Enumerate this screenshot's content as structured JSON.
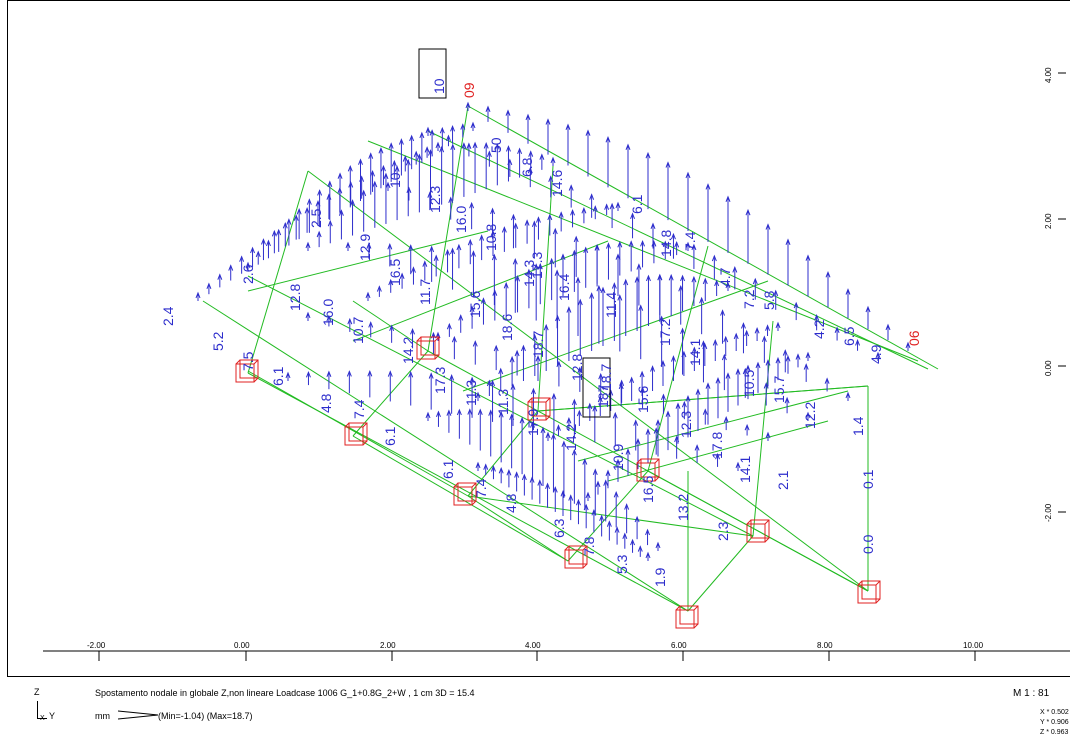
{
  "x_axis_ticks": [
    "-2.00",
    "0.00",
    "2.00",
    "4.00",
    "6.00",
    "8.00",
    "10.00"
  ],
  "y_axis_ticks": [
    "4.00",
    "2.00",
    "0.00",
    "-2.00"
  ],
  "colors": {
    "loads": "#2d2dcc",
    "frame": "#22bb22",
    "supports": "#e02020",
    "highlight_box": "#000000"
  },
  "node_labels_red": [
    "09",
    "06"
  ],
  "highlighted_values": [
    "10",
    "187"
  ],
  "value_labels": [
    "2.4",
    "5.2",
    "7.5",
    "6.1",
    "4.8",
    "6.1",
    "7.4",
    "6.1",
    "7.4",
    "4.8",
    "6.3",
    "7.8",
    "5.3",
    "1.9",
    "2.6",
    "12.8",
    "16.0",
    "10.7",
    "14.2",
    "17.3",
    "11.3",
    "11.3",
    "17.9",
    "14.2",
    "10.9",
    "16.5",
    "13.2",
    "2.3",
    "2.5",
    "12.9",
    "16.5",
    "11.7",
    "15.6",
    "18.6",
    "18.7",
    "12.8",
    "18.7",
    "15.6",
    "12.3",
    "17.8",
    "14.1",
    "2.1",
    "10",
    "12.3",
    "16.0",
    "10.8",
    "17.3",
    "16.4",
    "11.4",
    "17.2",
    "14.1",
    "10.5",
    "15.7",
    "12.2",
    "1.4",
    "0.1",
    "0.0",
    "50",
    "6.8",
    "14.6",
    "14.3",
    "6.1",
    "7.4",
    "14.8",
    "4.7",
    "7.2",
    "5.8",
    "4.2",
    "6.5",
    "4.9"
  ],
  "footer": {
    "axis_z": "Z",
    "axis_y": "Y",
    "axis_x": "X",
    "description": "Spostamento nodale in globale Z,non lineare Loadcase 1006 G_1+0.8G_2+W  , 1 cm 3D = 15.4",
    "unit": "mm",
    "range": "(Min=-1.04) (Max=18.7)",
    "scale": "M 1 : 81",
    "view_x": "X * 0.502",
    "view_y": "Y * 0.906",
    "view_z": "Z * 0.963"
  }
}
